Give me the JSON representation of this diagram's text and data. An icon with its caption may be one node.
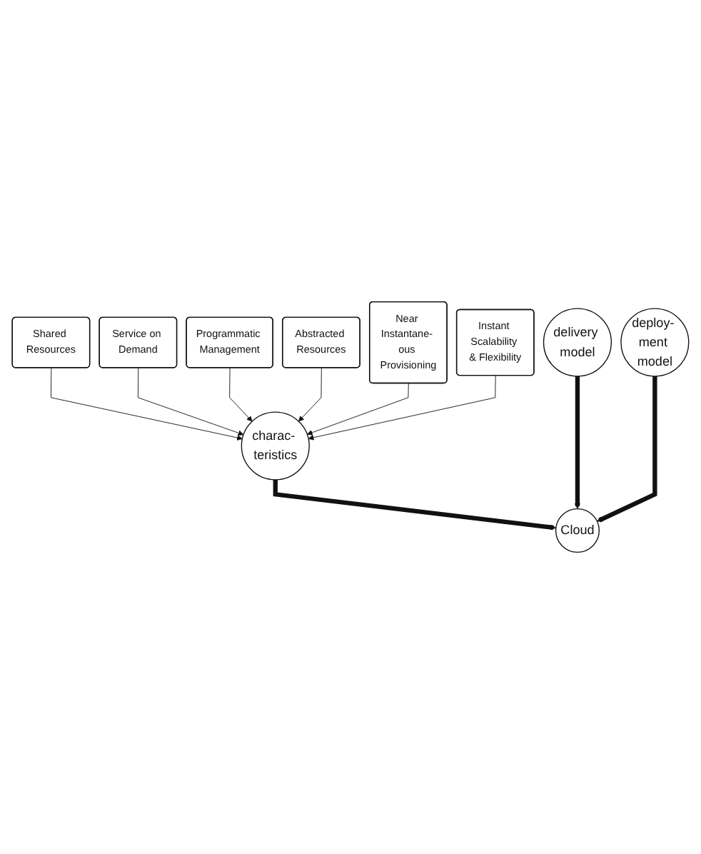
{
  "diagram": {
    "nodes": [
      {
        "text": [
          "Shared Resources"
        ]
      },
      {
        "text": [
          "Service on Demand"
        ]
      },
      {
        "text": [
          "Programmatic Management"
        ]
      },
      {
        "text": [
          "Abstracted Resources"
        ]
      },
      {
        "text": [
          "Near Instantane- ous Provisioning"
        ]
      },
      {
        "text": [
          "Instant Scalability & Flexibility"
        ]
      },
      {
        "text": [
          "charac- teristics"
        ]
      },
      {
        "text": [
          "Cloud"
        ]
      },
      {
        "text": [
          "delivery model"
        ]
      },
      {
        "text": [
          "deploy- ment model"
        ]
      }
    ],
    "edges": [
      {
        "from": 0,
        "to": 6,
        "arrow": "to"
      },
      {
        "from": 1,
        "to": 6,
        "arrow": "to"
      },
      {
        "from": 2,
        "to": 6,
        "arrow": "to"
      },
      {
        "from": 3,
        "to": 6,
        "arrow": "to"
      },
      {
        "from": 4,
        "to": 6,
        "arrow": "to"
      },
      {
        "from": 5,
        "to": 6,
        "arrow": "to"
      },
      {
        "from": 6,
        "to": 7,
        "arrow": "to",
        "style": "thick"
      },
      {
        "from": 8,
        "to": 7,
        "arrow": "to",
        "style": "thick"
      },
      {
        "from": 9,
        "to": 7,
        "arrow": "to",
        "style": "thick"
      }
    ]
  }
}
